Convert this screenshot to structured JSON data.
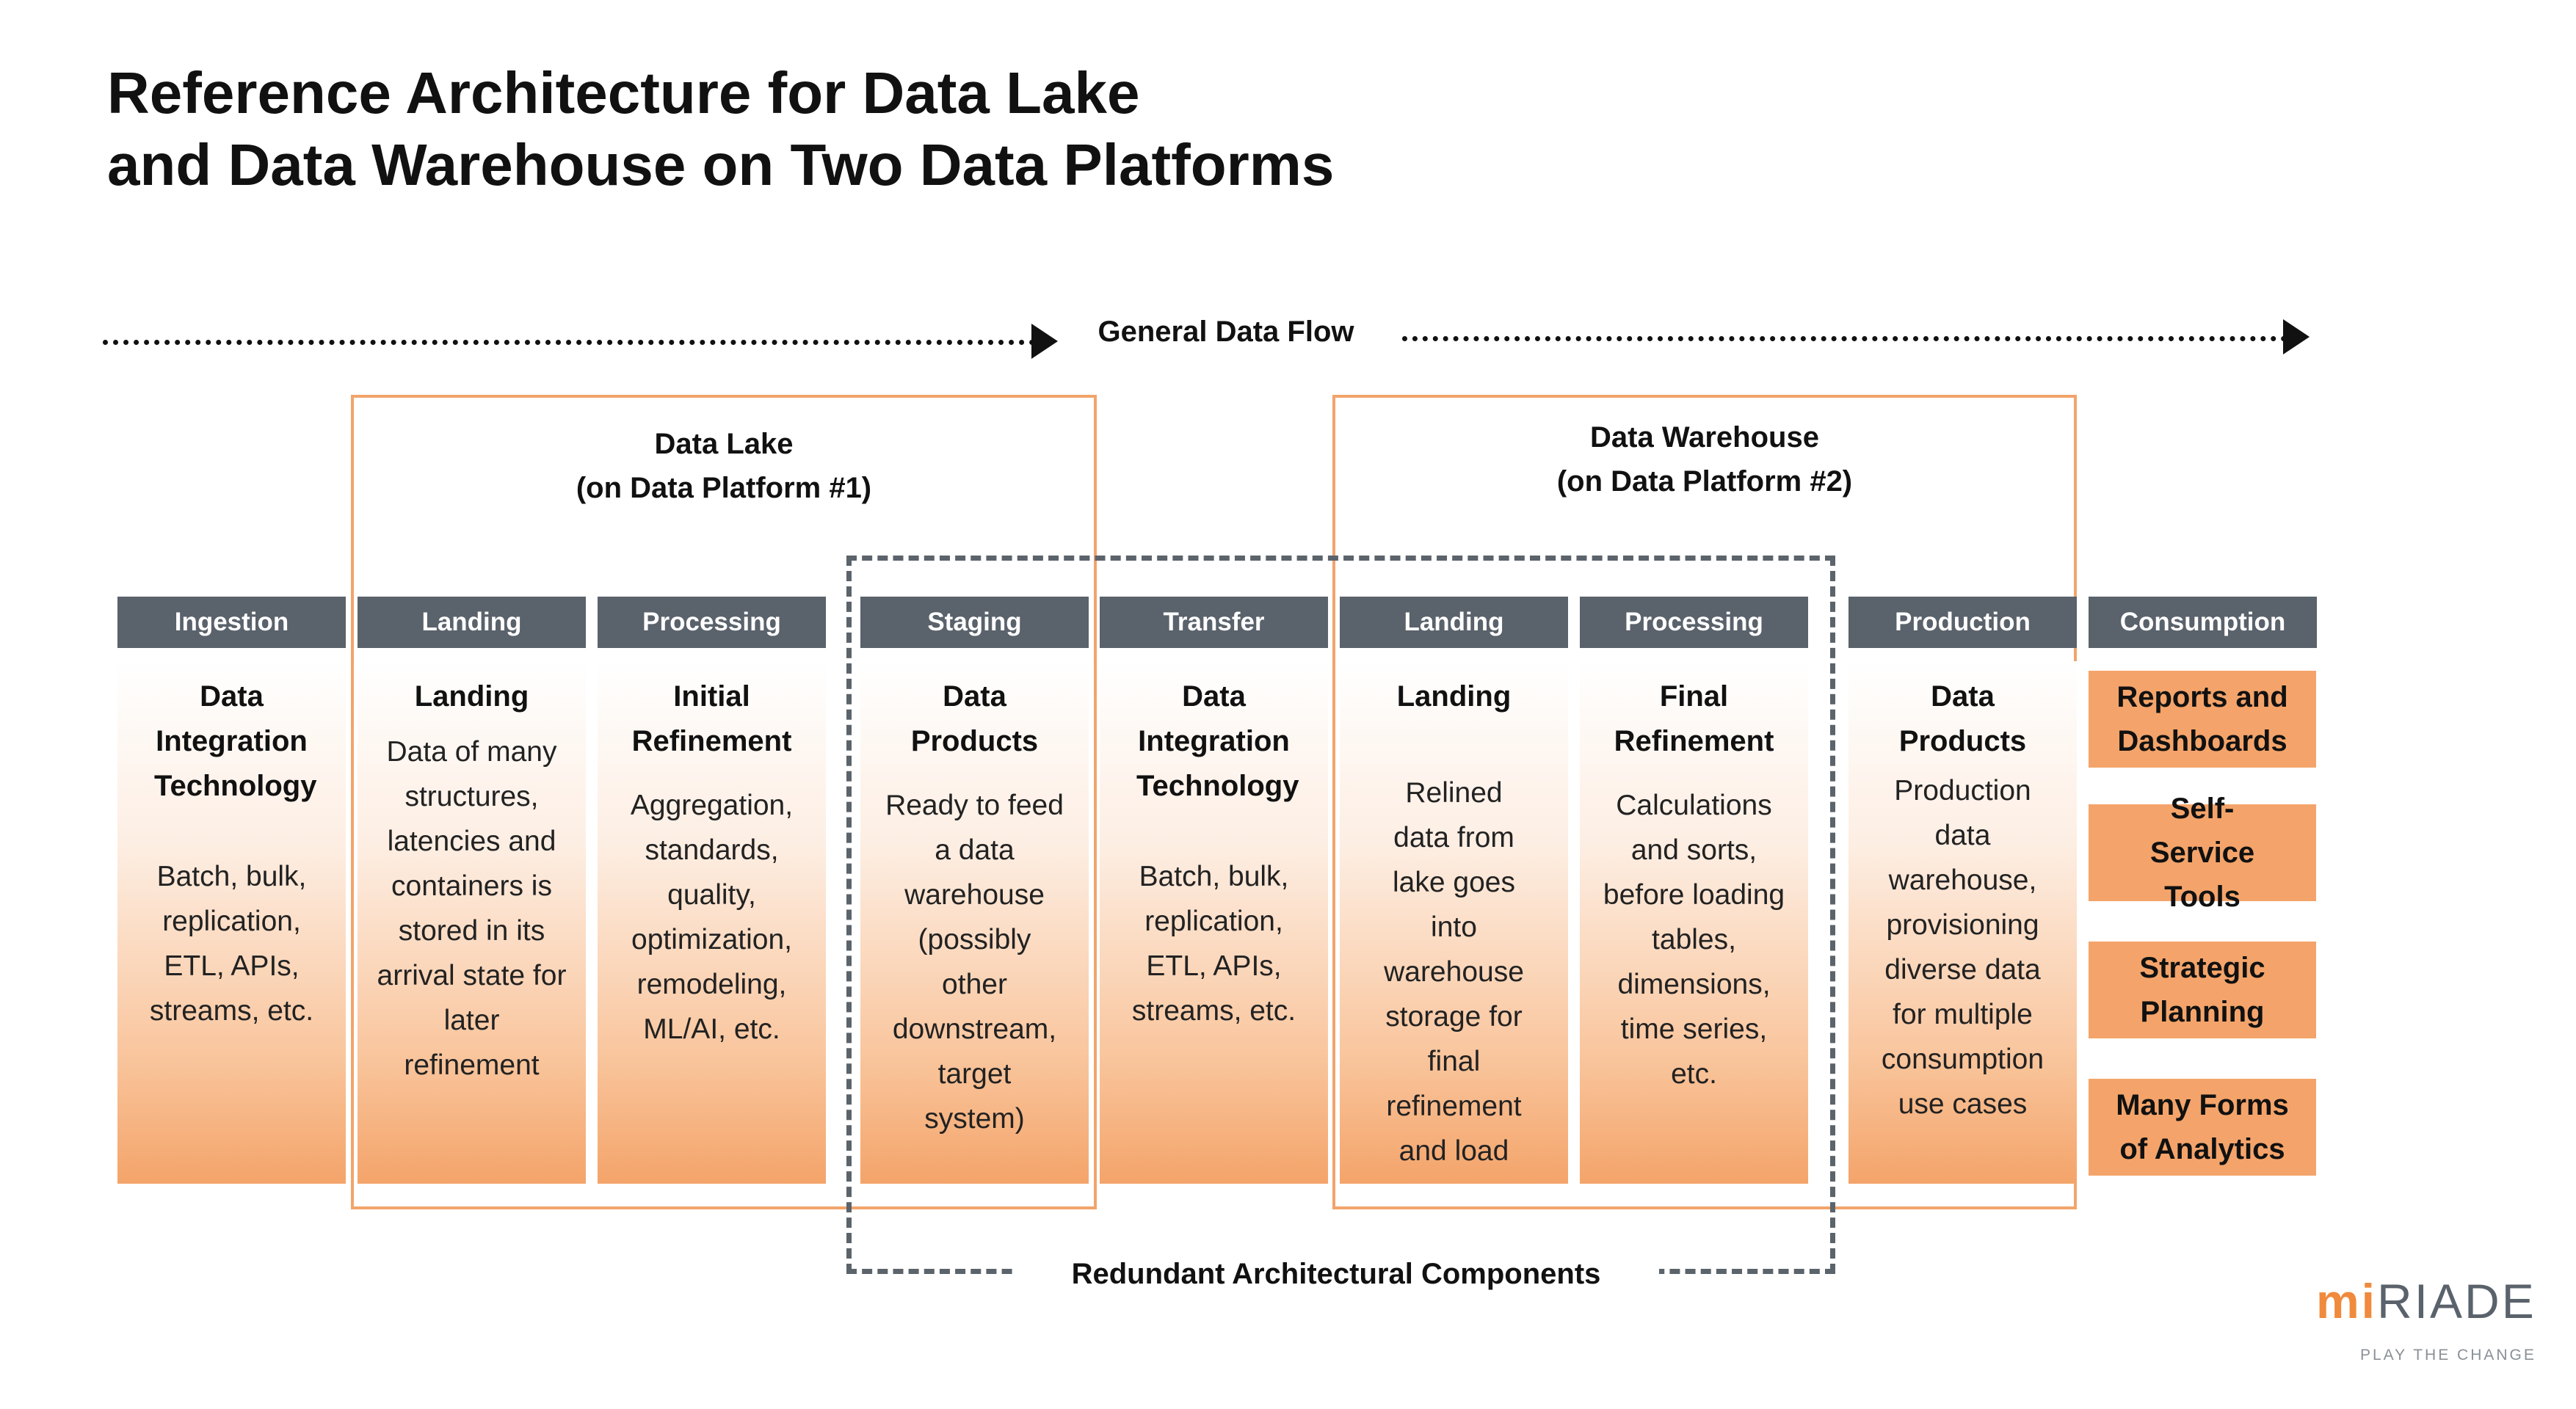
{
  "title": {
    "line1": "Reference Architecture for Data Lake",
    "line2": "and Data Warehouse on Two Data Platforms"
  },
  "flow": {
    "label": "General Data Flow"
  },
  "platforms": {
    "lake": {
      "name": "Data Lake",
      "sub": "(on Data Platform #1)"
    },
    "warehouse": {
      "name": "Data Warehouse",
      "sub": "(on Data Platform #2)"
    }
  },
  "redundant_label": "Redundant Architectural Components",
  "columns": [
    {
      "head": "Ingestion",
      "title": "Data Integration Technology",
      "text": "Batch, bulk, replication, ETL, APIs, streams, etc."
    },
    {
      "head": "Landing",
      "title": "Landing",
      "text": "Data of many structures, latencies and containers is stored in its arrival state for later refinement"
    },
    {
      "head": "Processing",
      "title": "Initial Refinement",
      "text": "Aggregation, standards, quality, optimization, remodeling, ML/AI, etc."
    },
    {
      "head": "Staging",
      "title": "Data Products",
      "text": "Ready to feed a data warehouse (possibly other downstream, target system)"
    },
    {
      "head": "Transfer",
      "title": "Data Integration Technology",
      "text": "Batch, bulk, replication, ETL, APIs, streams, etc."
    },
    {
      "head": "Landing",
      "title": "Landing",
      "text": "Relined data from lake goes into warehouse storage for final refinement and load"
    },
    {
      "head": "Processing",
      "title": "Final Refinement",
      "text": "Calculations and sorts, before loading tables, dimensions, time series, etc."
    },
    {
      "head": "Production",
      "title": "Data Products",
      "text": "Production data warehouse, provisioning diverse data for multiple consumption use cases"
    }
  ],
  "consumption": {
    "head": "Consumption",
    "items": [
      "Reports and Dashboards",
      "Self-Service Tools",
      "Strategic Planning",
      "Many Forms of Analytics"
    ]
  },
  "logo": {
    "mark": "mi",
    "name": "RIADE",
    "tagline": "PLAY THE CHANGE"
  },
  "colors": {
    "accent": "#f4a46a",
    "frame": "#f2a46b",
    "header": "#5a626b",
    "dashed": "#5b636b"
  }
}
